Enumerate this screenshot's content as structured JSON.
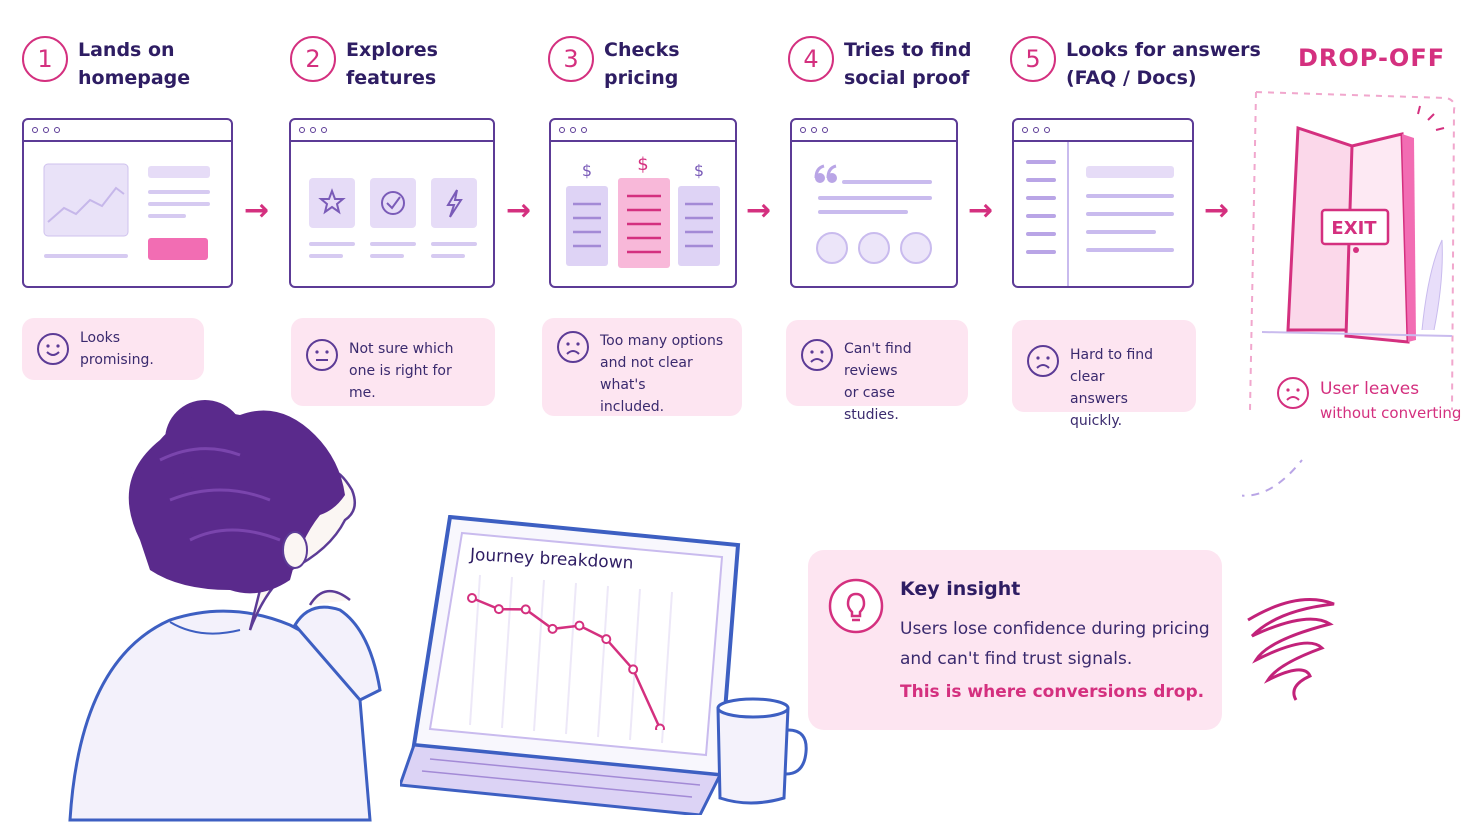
{
  "steps": [
    {
      "number": "1",
      "title_line1": "Lands on",
      "title_line2": "homepage",
      "feedback_line1": "Looks promising.",
      "feedback_line2": "",
      "feedback_line3": "",
      "mood": "happy"
    },
    {
      "number": "2",
      "title_line1": "Explores",
      "title_line2": "features",
      "feedback_line1": "Not sure which",
      "feedback_line2": "one is right for me.",
      "feedback_line3": "",
      "mood": "neutral"
    },
    {
      "number": "3",
      "title_line1": "Checks",
      "title_line2": "pricing",
      "feedback_line1": "Too many options",
      "feedback_line2": "and not clear what's",
      "feedback_line3": "included.",
      "mood": "sad"
    },
    {
      "number": "4",
      "title_line1": "Tries to find",
      "title_line2": "social proof",
      "feedback_line1": "Can't find reviews",
      "feedback_line2": "or case studies.",
      "feedback_line3": "",
      "mood": "sad"
    },
    {
      "number": "5",
      "title_line1": "Looks for answers",
      "title_line2": "(FAQ / Docs)",
      "feedback_line1": "Hard to find clear",
      "feedback_line2": "answers quickly.",
      "feedback_line3": "",
      "mood": "sad"
    }
  ],
  "dropoff": {
    "title": "DROP-OFF",
    "door_sign": "EXIT",
    "outcome_line1": "User leaves",
    "outcome_line2": "without converting"
  },
  "pricing_symbol": "$",
  "laptop": {
    "title": "Journey breakdown",
    "chart_values": [
      100,
      92,
      93,
      78,
      82,
      72,
      48,
      0
    ]
  },
  "insight": {
    "heading": "Key insight",
    "body_line1": "Users lose confidence during pricing",
    "body_line2": "and can't find trust signals.",
    "callout": "This is where conversions drop."
  },
  "colors": {
    "accent": "#d4307f",
    "ink": "#5c3b96",
    "bubble": "#fde5f1",
    "lavender": "#e6dcf7"
  },
  "icons": [
    "star-icon",
    "check-circle-icon",
    "lightning-icon",
    "quote-icon",
    "lightbulb-icon",
    "exit-door-icon",
    "coffee-mug-icon",
    "scribble-icon"
  ]
}
